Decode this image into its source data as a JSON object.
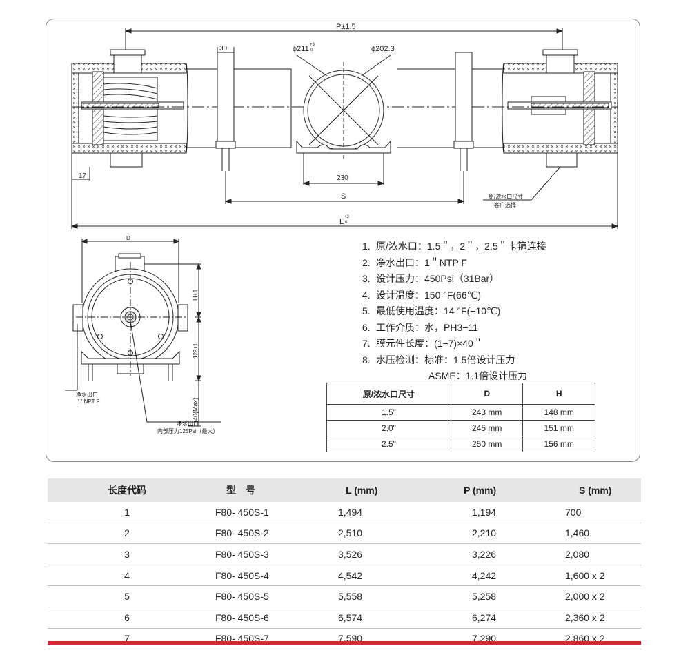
{
  "drawing": {
    "dim_p": "P±1.5",
    "dim_30": "30",
    "dim_phi211": "ϕ211",
    "dim_phi211_tol_upper": "+3",
    "dim_phi211_tol_lower": "0",
    "dim_phi2023": "ϕ202.3",
    "dim_17": "17",
    "dim_230": "230",
    "dim_s": "S",
    "dim_l": "L",
    "dim_l_tol_upper": "+3",
    "dim_l_tol_lower": "0",
    "callout_port_line1": "原/浓水口尺寸",
    "callout_port_line2": "客户选择",
    "dim_d": "D",
    "dim_h": "H±1",
    "dim_129": "129±1",
    "dim_40max": "40(Max)",
    "callout_outlet_line1": "净水出口",
    "callout_outlet_line2": "1\" NPT F",
    "callout_outlet2_line1": "净水出口",
    "callout_outlet2_line2": "内部压力125Psi（最大）"
  },
  "specs": [
    {
      "num": "1.",
      "text": "原/浓水口：1.5＂，2＂，2.5＂卡箍连接"
    },
    {
      "num": "2.",
      "text": "净水出口：1＂NTP F"
    },
    {
      "num": "3.",
      "text": "设计压力：450Psi（31Bar）"
    },
    {
      "num": "4.",
      "text": "设计温度：150 °F(66℃)"
    },
    {
      "num": "5.",
      "text": "最低使用温度：14 °F(−10℃)"
    },
    {
      "num": "6.",
      "text": "工作介质：水，PH3−11"
    },
    {
      "num": "7.",
      "text": "膜元件长度：(1−7)×40＂"
    },
    {
      "num": "8.",
      "text": "水压检测：标准：1.5倍设计压力"
    },
    {
      "num": "",
      "text": "ASME：1.1倍设计压力"
    }
  ],
  "port_table": {
    "headers": [
      "原/浓水口尺寸",
      "D",
      "H"
    ],
    "rows": [
      [
        "1.5\"",
        "243 mm",
        "148 mm"
      ],
      [
        "2.0\"",
        "245 mm",
        "151 mm"
      ],
      [
        "2.5\"",
        "250 mm",
        "156 mm"
      ]
    ]
  },
  "model_table": {
    "headers": [
      "长度代码",
      "型　号",
      "L (mm)",
      "P (mm)",
      "S (mm)"
    ],
    "rows": [
      [
        "1",
        "F80- 450S-1",
        "1,494",
        "1,194",
        "700"
      ],
      [
        "2",
        "F80- 450S-2",
        "2,510",
        "2,210",
        "1,460"
      ],
      [
        "3",
        "F80- 450S-3",
        "3,526",
        "3,226",
        "2,080"
      ],
      [
        "4",
        "F80- 450S-4",
        "4,542",
        "4,242",
        "1,600 x 2"
      ],
      [
        "5",
        "F80- 450S-5",
        "5,558",
        "5,258",
        "2,000 x 2"
      ],
      [
        "6",
        "F80- 450S-6",
        "6,574",
        "6,274",
        "2,360 x 2"
      ],
      [
        "7",
        "F80- 450S-7",
        "7,590",
        "7,290",
        "2,860 x 2"
      ]
    ]
  },
  "colors": {
    "accent_bar": "#d7282f",
    "header_bg": "#e6e6e6"
  }
}
